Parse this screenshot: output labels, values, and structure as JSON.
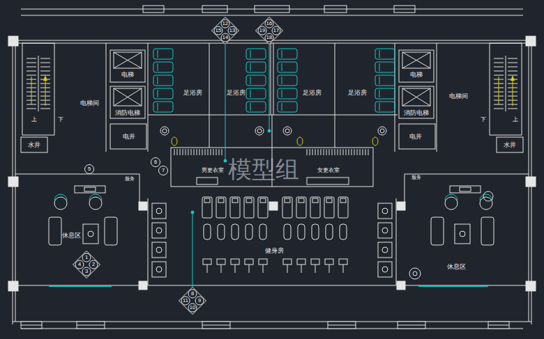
{
  "diagram": {
    "nodes": [
      {
        "text": [
          "12",
          "15",
          "13",
          "14"
        ]
      },
      {
        "text": [
          "16",
          "19",
          "17",
          "18"
        ]
      },
      {
        "text": [
          "5"
        ]
      },
      {
        "text": [
          "6"
        ]
      },
      {
        "text": [
          "7"
        ]
      },
      {
        "text": [
          "1",
          "4",
          "2",
          "3"
        ]
      },
      {
        "text": [
          "8",
          "11",
          "9",
          "10"
        ]
      }
    ],
    "labels": [
      "电梯",
      "消防电梯",
      "电井",
      "电梯间",
      "水井",
      "上",
      "下",
      "足浴房",
      "足浴房",
      "足浴房",
      "足浴房",
      "电梯",
      "消防电梯",
      "电井",
      "电梯间",
      "下",
      "上",
      "水井",
      "男更衣室",
      "女更衣室",
      "休息区",
      "休息区",
      "健身房",
      "服务",
      "服务",
      "模型组"
    ]
  }
}
